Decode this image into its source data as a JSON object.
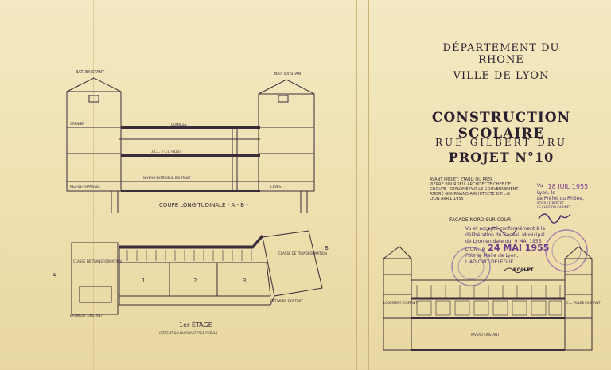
{
  "title": {
    "line1": "DÉPARTEMENT DU RHONE",
    "line2": "VILLE DE LYON",
    "line3": "CONSTRUCTION SCOLAIRE",
    "line4": "RUE GILBERT DRU",
    "line5": "PROJET N°10"
  },
  "authors": [
    "AVANT PROJET: ÉTABLI OU PREP.",
    "PIERRE BOURDEIX ARCHITECTE CHEF DE",
    "GROUPE - DIPLOMÉ PAR LE GOUVERNEMENT",
    "ANDRÉ GOURNAND ARCHITECTE D.P.L.G",
    "LYON AVRIL 1955"
  ],
  "approval": {
    "vu": "Vu",
    "date1": "18 JUIL 1955",
    "lyon": "Lyon, le",
    "prefet": "Le Préfet du Rhône,",
    "pour_prefet": "POUR LE PRÉFET",
    "chef_cabinet": "LE CHEF DU CABINET"
  },
  "deliberation": {
    "facade_title": "FAÇADE NORD SUR COUR",
    "line1": "Vu et accepté conformément à la",
    "line2": "délibération du Conseil Municipal",
    "line3": "de Lyon en date du",
    "date_mid": "9 MAI 1955",
    "line4": "LYON, le",
    "date2": "24 MAI 1955",
    "line5": "Pour le Maire de Lyon,",
    "line6": "L'ADJOINT DÉLÉGUÉ",
    "signature_name": "ROLLET"
  },
  "section_ab": {
    "title": "COUPE LONGITUDINALE - A - B -",
    "left_label": "BAT. EXISTANT",
    "right_label": "BAT. EXISTANT",
    "labels": [
      "COMBLES",
      "GRENIER",
      "3 C.L. 2 C.L. PILLES",
      "NIVEAU EXTÉRIEUR EXISTANT",
      "CAVES",
      "REZ-DE-CHAUSSÉE"
    ]
  },
  "plan": {
    "title": "1er ÉTAGE",
    "subtitle": "(RÉTENTION DU CHAUFFAGE PRÉVU)",
    "left_room": "CLASSE DE TRANSFORMATION",
    "right_room": "CLASSE DE TRANSFORMATION",
    "bottom_left": "BATIMENT EXISTANT",
    "bottom_right": "BATIMENT EXISTANT",
    "letter_a": "A",
    "letter_b": "B",
    "room_numbers": [
      "1",
      "2",
      "3"
    ]
  },
  "facade": {
    "left_label": "LOGEMENT EXISTANT",
    "right_label": "C.L. PILLES EXISTANT",
    "bottom_label": "NIVEAU EXISTANT"
  },
  "colors": {
    "paper": "#efe3b4",
    "ink": "#3a2c3a",
    "stamp": "#6a4a9a"
  }
}
